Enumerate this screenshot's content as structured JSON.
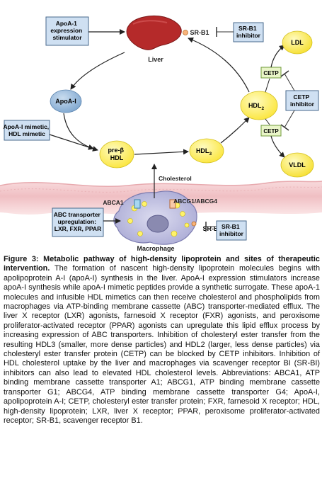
{
  "diagram": {
    "liver_label": "Liver",
    "sr_b1_top": "SR-B1",
    "sr_b1_inhibitor_top": [
      "SR-B1",
      "inhibitor"
    ],
    "apoa1_stimulator": [
      "ApoA-1",
      "expression",
      "stimulator"
    ],
    "apoa1_node": "ApoA-I",
    "apoa1_mimetic": [
      "ApoA-I mimetic,",
      "HDL mimetic"
    ],
    "pre_beta_hdl": [
      "pre-β",
      "HDL"
    ],
    "hdl3": "HDL",
    "hdl3_sub": "3",
    "hdl2": "HDL",
    "hdl2_sub": "2",
    "ldl": "LDL",
    "vldl": "VLDL",
    "cetp_upper": "CETP",
    "cetp_lower": "CETP",
    "cetp_inhibitor": [
      "CETP",
      "inhibitor"
    ],
    "cholesterol": "Cholesterol",
    "abca1": "ABCA1",
    "abcg1_abcg4": "ABCG1/ABCG4",
    "abc_upregulation": [
      "ABC transporter",
      "upregulation:",
      "LXR, FXR, PPAR"
    ],
    "sr_b1_macrophage": "SR-B1",
    "sr_b1_inhibitor_bottom": [
      "SR-B1",
      "inhibitor"
    ],
    "macrophage": "Macrophage"
  },
  "caption": {
    "title": "Figure 3: Metabolic pathway of high-density lipoprotein and sites of therapeutic intervention.",
    "body": " The formation of nascent high-density lipoprotein molecules begins with apolipoprotein A-I (apoA-I) synthesis in the liver. ApoA-I expression stimulators increase apoA-I synthesis while apoA-I mimetic peptides provide a synthetic surrogate. These apoA-1 molecules and infusible HDL mimetics can then receive cholesterol and phospholipids from macrophages via ATP-binding membrane cassette (ABC) transporter-mediated efflux. The liver X receptor (LXR) agonists, farnesoid X receptor (FXR) agonists, and peroxisome proliferator-activated receptor (PPAR) agonists can upregulate this lipid efflux process by increasing expression of ABC transporters. Inhibition of cholesteryl ester transfer from the resulting HDL3 (smaller, more dense particles) and HDL2 (larger, less dense particles) via cholesteryl ester transfer protein (CETP) can be blocked by CETP inhibitors. Inhibition of HDL cholesterol uptake by the liver and macrophages via scavenger receptor BI (SR-BI) inhibitors can also lead to elevated HDL cholesterol levels. Abbreviations: ABCA1, ATP binding membrane cassette transporter A1; ABCG1, ATP binding membrane cassette transporter G1; ABCG4, ATP binding membrane cassette transporter G4; ApoA-I, apolipoprotein A-I; CETP, cholesteryl ester transfer protein; FXR, farnesoid X receptor; HDL, high-density lipoprotein; LXR, liver X receptor; PPAR, peroxisome proliferator-activated receptor; SR-B1, scavenger receptor B1."
  },
  "colors": {
    "box_fill": "#cfe0f2",
    "box_stroke": "#4a6a8c",
    "node_blue": "#8fb2d6",
    "node_yellow": "#fff36a",
    "cetp_fill": "#e9f5c8",
    "membrane_pink": "#f3c9cc",
    "liver": "#b52a2a"
  }
}
